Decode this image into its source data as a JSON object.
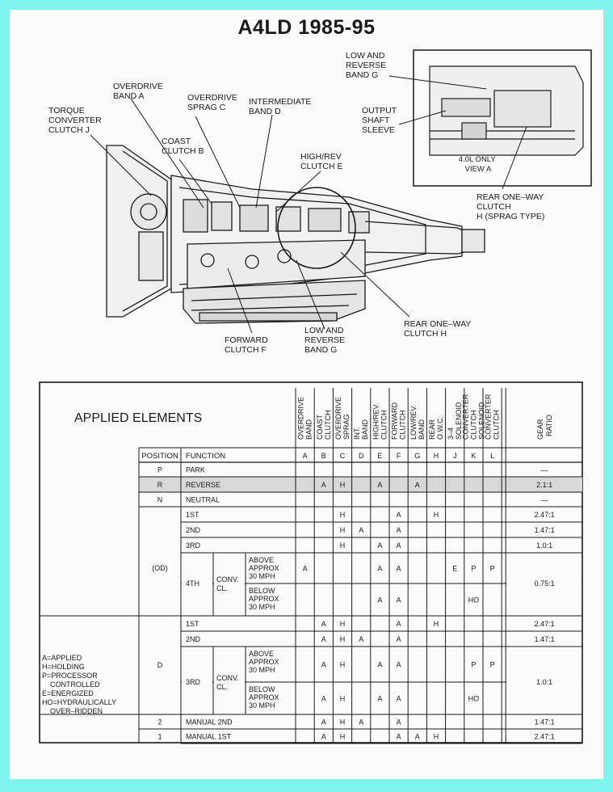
{
  "title": "A4LD 1985-95",
  "labels": {
    "overdrive_band_a": [
      "OVERDRIVE",
      "BAND A"
    ],
    "overdrive_sprag_c": [
      "OVERDRIVE",
      "SPRAG C"
    ],
    "intermediate_band_d": [
      "INTERMEDIATE",
      "BAND D"
    ],
    "torque_converter_j": [
      "TORQUE",
      "CONVERTER",
      "CLUTCH J"
    ],
    "coast_clutch_b": [
      "COAST",
      "CLUTCH B"
    ],
    "high_rev_clutch_e": [
      "HIGH/REV",
      "CLUTCH E"
    ],
    "low_reverse_band_top": [
      "LOW AND",
      "REVERSE",
      "BAND G"
    ],
    "output_shaft_sleeve": [
      "OUTPUT",
      "SHAFT",
      "SLEEVE"
    ],
    "inset_caption": [
      "4.0L ONLY",
      "VIEW A"
    ],
    "rear_owc_sprag": [
      "REAR ONE–WAY",
      "CLUTCH",
      "H (SPRAG TYPE)"
    ],
    "rear_owc_bottom": [
      "REAR ONE–WAY",
      "CLUTCH H"
    ],
    "forward_clutch_f": [
      "FORWARD",
      "CLUTCH F"
    ],
    "low_reverse_band_bottom": [
      "LOW AND",
      "REVERSE",
      "BAND G"
    ]
  },
  "table": {
    "heading": "APPLIED ELEMENTS",
    "position_header": "POSITION",
    "function_header": "FUNCTION",
    "gear_ratio_header": "GEAR RATIO",
    "elements": [
      {
        "letter": "A",
        "name": [
          "OVERDRIVE",
          "BAND"
        ]
      },
      {
        "letter": "B",
        "name": [
          "COAST",
          "CLUTCH"
        ]
      },
      {
        "letter": "C",
        "name": [
          "OVERDRIVE",
          "SPRAG"
        ]
      },
      {
        "letter": "D",
        "name": [
          "INT.",
          "BAND"
        ]
      },
      {
        "letter": "E",
        "name": [
          "HIGH/REV.",
          "CLUTCH"
        ]
      },
      {
        "letter": "F",
        "name": [
          "FORWARD",
          "CLUTCH"
        ]
      },
      {
        "letter": "G",
        "name": [
          "LOW/REV.",
          "BAND"
        ]
      },
      {
        "letter": "H",
        "name": [
          "REAR",
          "O.W.C."
        ]
      },
      {
        "letter": "J",
        "name": [
          "3–4",
          "SOLENOID"
        ]
      },
      {
        "letter": "K",
        "name": [
          "CONVERTER",
          "CLUTCH",
          "SOLENOID"
        ]
      },
      {
        "letter": "L",
        "name": [
          "CONVERTER",
          "CLUTCH"
        ]
      }
    ],
    "legend": [
      "A=APPLIED",
      "H=HOLDING",
      "P=PROCESSOR",
      "CONTROLLED",
      "E=ENERGIZED",
      "HO=HYDRAULICALLY",
      "OVER–RIDDEN"
    ],
    "rows": [
      {
        "position": "P",
        "function": "PARK",
        "cells": [
          "",
          "",
          "",
          "",
          "",
          "",
          "",
          "",
          "",
          "",
          ""
        ],
        "ratio": "—"
      },
      {
        "position": "R",
        "function": "REVERSE",
        "cells": [
          "",
          "A",
          "H",
          "",
          "A",
          "",
          "A",
          "",
          "",
          "",
          ""
        ],
        "ratio": "2.1:1"
      },
      {
        "position": "N",
        "function": "NEUTRAL",
        "cells": [
          "",
          "",
          "",
          "",
          "",
          "",
          "",
          "",
          "",
          "",
          ""
        ],
        "ratio": "—"
      },
      {
        "position": "(OD)",
        "function": "1ST",
        "cells": [
          "",
          "",
          "H",
          "",
          "",
          "A",
          "",
          "H",
          "",
          "",
          ""
        ],
        "ratio": "2.47:1"
      },
      {
        "position": "",
        "function": "2ND",
        "cells": [
          "",
          "",
          "H",
          "A",
          "",
          "A",
          "",
          "",
          "",
          "",
          ""
        ],
        "ratio": "1.47:1"
      },
      {
        "position": "",
        "function": "3RD",
        "cells": [
          "",
          "",
          "H",
          "",
          "A",
          "A",
          "",
          "",
          "",
          "",
          ""
        ],
        "ratio": "1.0:1"
      },
      {
        "position": "",
        "function": "4TH",
        "sub": "CONV. CL.",
        "cond": [
          "ABOVE",
          "APPROX",
          "30 MPH"
        ],
        "cells": [
          "A",
          "",
          "",
          "",
          "A",
          "A",
          "",
          "",
          "E",
          "P",
          "P"
        ],
        "ratio": "0.75:1"
      },
      {
        "position": "",
        "function": "4TH",
        "sub": "CONV. CL.",
        "cond": [
          "BELOW",
          "APPROX",
          "30 MPH"
        ],
        "cells": [
          "",
          "",
          "",
          "",
          "A",
          "A",
          "",
          "",
          "",
          "HO",
          ""
        ],
        "ratio": "0.75:1"
      },
      {
        "position": "D",
        "function": "1ST",
        "cells": [
          "",
          "A",
          "H",
          "",
          "",
          "A",
          "",
          "H",
          "",
          "",
          ""
        ],
        "ratio": "2.47:1"
      },
      {
        "position": "",
        "function": "2ND",
        "cells": [
          "",
          "A",
          "H",
          "A",
          "",
          "A",
          "",
          "",
          "",
          "",
          ""
        ],
        "ratio": "1.47:1"
      },
      {
        "position": "",
        "function": "3RD",
        "sub": "CONV. CL.",
        "cond": [
          "ABOVE",
          "APPROX",
          "30 MPH"
        ],
        "cells": [
          "",
          "A",
          "H",
          "",
          "A",
          "A",
          "",
          "",
          "",
          "P",
          "P"
        ],
        "ratio": "1.0:1"
      },
      {
        "position": "",
        "function": "3RD",
        "sub": "CONV. CL.",
        "cond": [
          "BELOW",
          "APPROX",
          "30 MPH"
        ],
        "cells": [
          "",
          "A",
          "H",
          "",
          "A",
          "A",
          "",
          "",
          "",
          "HO",
          ""
        ],
        "ratio": "1.0:1"
      },
      {
        "position": "2",
        "function": "MANUAL 2ND",
        "cells": [
          "",
          "A",
          "H",
          "A",
          "",
          "A",
          "",
          "",
          "",
          "",
          ""
        ],
        "ratio": "1.47:1"
      },
      {
        "position": "1",
        "function": "MANUAL 1ST",
        "cells": [
          "",
          "A",
          "H",
          "",
          "",
          "A",
          "A",
          "H",
          "",
          "",
          ""
        ],
        "ratio": "2.47:1"
      }
    ]
  },
  "colors": {
    "frame": "#7ff3ee",
    "paper": "#fbfbf9",
    "ink": "#1a1a1a",
    "shade": "#d8d8d8"
  }
}
